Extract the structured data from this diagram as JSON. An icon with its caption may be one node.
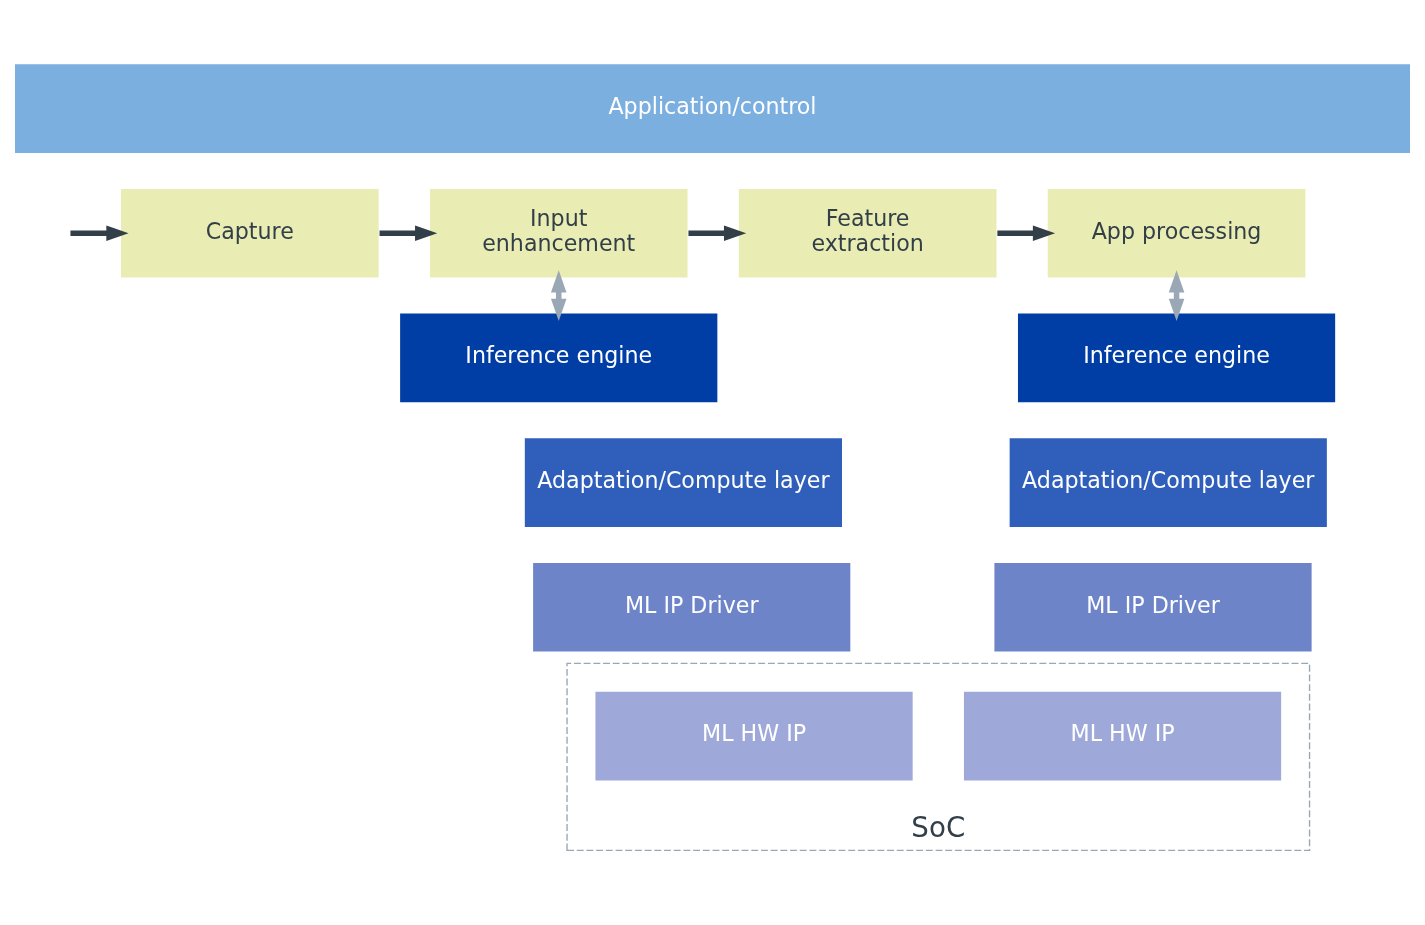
{
  "diagram": {
    "nodes": [
      {
        "text": [
          "Application/control"
        ]
      },
      {
        "text": [
          "Capture"
        ]
      },
      {
        "text": [
          "Input enhancement"
        ]
      },
      {
        "text": [
          "Feature extraction"
        ]
      },
      {
        "text": [
          "App processing"
        ]
      },
      {
        "text": [
          "Inference engine"
        ]
      },
      {
        "text": [
          "Inference engine"
        ]
      },
      {
        "text": [
          "Adaptation/Compute layer"
        ]
      },
      {
        "text": [
          "Adaptation/Compute layer"
        ]
      },
      {
        "text": [
          "ML IP Driver"
        ]
      },
      {
        "text": [
          "ML IP Driver"
        ]
      },
      {
        "text": [
          "SoC"
        ]
      },
      {
        "text": [
          "ML HW IP"
        ],
        "in": 11
      },
      {
        "text": [
          "ML HW IP"
        ],
        "in": 11
      }
    ],
    "edges": [
      {
        "from": null,
        "to": 1,
        "arrow": "to"
      },
      {
        "from": 1,
        "to": 2,
        "arrow": "to"
      },
      {
        "from": 2,
        "to": 3,
        "arrow": "to"
      },
      {
        "from": 3,
        "to": 4,
        "arrow": "to"
      },
      {
        "from": 2,
        "to": 5,
        "arrow": "both",
        "color": "#9aa8b5"
      },
      {
        "from": 4,
        "to": 6,
        "arrow": "both",
        "color": "#9aa8b5"
      }
    ]
  }
}
